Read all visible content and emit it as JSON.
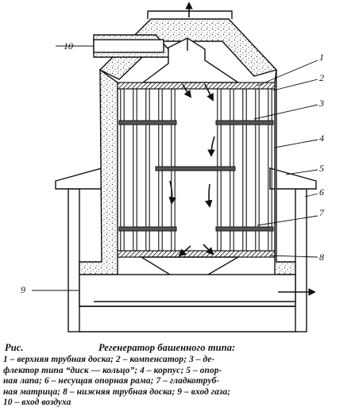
{
  "figure": {
    "callouts": {
      "n1": "1",
      "n2": "2",
      "n3": "3",
      "n4": "4",
      "n5": "5",
      "n6": "6",
      "n7": "7",
      "n8": "8",
      "n9": "9",
      "n10": "10"
    }
  },
  "caption": {
    "prefix": "Рис.",
    "title": "Регенератор башенного типа:",
    "lines": [
      "1 – верхняя трубная доска; 2 – компенсатор; 3 – де-",
      "флектор типа “диск — кольцо”; 4 – корпус; 5 – опор-",
      "ная лапа; 6 – несущая опорная рама; 7 – гладкотруб-",
      "ная матрица; 8 – нижняя трубная доска; 9 – вход газа;",
      "10 – вход воздуха"
    ]
  },
  "colors": {
    "line": "#111111",
    "shell_fill": "#d8d8d8",
    "background": "#ffffff"
  }
}
